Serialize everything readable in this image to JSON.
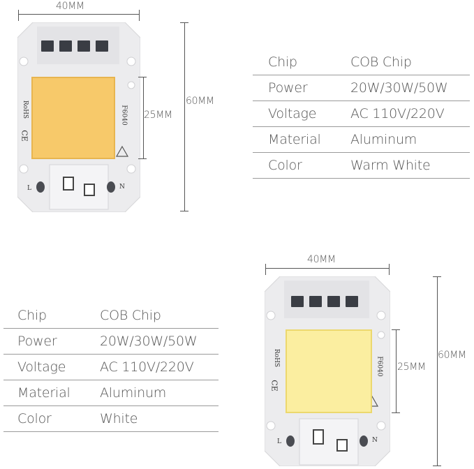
{
  "top_product": {
    "dimensions": {
      "width": "40MM",
      "height": "60MM",
      "chip": "25MM"
    },
    "board_text": {
      "rohs": "RoHS",
      "model": "F6040",
      "ce": "CE",
      "left_pin": "L",
      "right_pin": "N"
    },
    "led_color": "#f7c96a",
    "specs": [
      {
        "label": "Chip",
        "value": "COB Chip"
      },
      {
        "label": "Power",
        "value": "20W/30W/50W"
      },
      {
        "label": "Voltage",
        "value": "AC 110V/220V"
      },
      {
        "label": "Material",
        "value": "Aluminum"
      },
      {
        "label": "Color",
        "value": "Warm White"
      }
    ]
  },
  "bottom_product": {
    "dimensions": {
      "width": "40MM",
      "height": "60MM",
      "chip": "25MM"
    },
    "board_text": {
      "rohs": "RoHS",
      "model": "F6040",
      "ce": "CE",
      "left_pin": "L",
      "right_pin": "N"
    },
    "led_color": "#fbeea0",
    "specs": [
      {
        "label": "Chip",
        "value": "COB Chip"
      },
      {
        "label": "Power",
        "value": "20W/30W/50W"
      },
      {
        "label": "Voltage",
        "value": "AC 110V/220V"
      },
      {
        "label": "Material",
        "value": "Aluminum"
      },
      {
        "label": "Color",
        "value": "White"
      }
    ]
  }
}
